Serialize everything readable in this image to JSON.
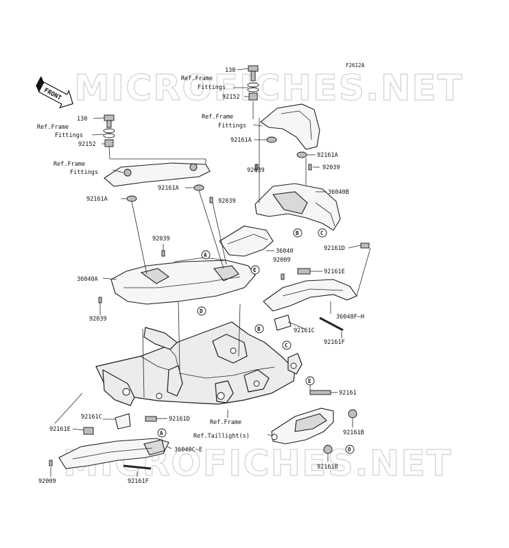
{
  "figure_code": "F2612A",
  "watermark": "MICROFICHES.NET",
  "front_label": "FRONT",
  "callout_letters": {
    "a": "A",
    "b": "B",
    "c": "C",
    "d": "D",
    "e": "E"
  },
  "labels": {
    "bolt_130_top": "130",
    "ref_frame_top": "Ref.Frame",
    "fittings_top": "Fittings",
    "collar_92152_top": "92152",
    "ref_frame_mid": "Ref.Frame",
    "fittings_mid": "Fittings",
    "damper_92161a_right_l": "92161A",
    "damper_92161a_right_r": "92161A",
    "clip_92039_upper_mid": "92039",
    "clip_92039_upper_right": "92039",
    "bolt_130_left": "130",
    "ref_frame_left": "Ref.Frame",
    "fittings_left": "Fittings",
    "collar_92152_left": "92152",
    "ref_frame_grab": "Ref.Frame",
    "fittings_grab": "Fittings",
    "damper_92161a_mid": "92161A",
    "damper_92161a_left": "92161A",
    "clip_92039_mid": "92039",
    "cover_36040b": "36040B",
    "clip_92039_lower_left": "92039",
    "cover_36040": "36040",
    "screw_92009_mid": "92009",
    "cover_36040a": "36040A",
    "damper_92161d_right": "92161D",
    "damper_92161e_right": "92161E",
    "clip_92039_left": "92039",
    "cover_36040f_h": "36040F~H",
    "damper_92161c_right": "92161C",
    "damper_92161f_right": "92161F",
    "bracket_92161": "92161",
    "damper_92161c_left": "92161C",
    "damper_92161d_left": "92161D",
    "damper_92161e_left": "92161E",
    "ref_frame_bottom": "Ref.Frame",
    "cover_36040c_e": "36040C~E",
    "damper_92161b_upper": "92161B",
    "ref_taillight": "Ref.Taillight(s)",
    "damper_92161b_lower": "92161B",
    "screw_92009_bottom": "92009",
    "damper_92161f_bottom": "92161F"
  }
}
